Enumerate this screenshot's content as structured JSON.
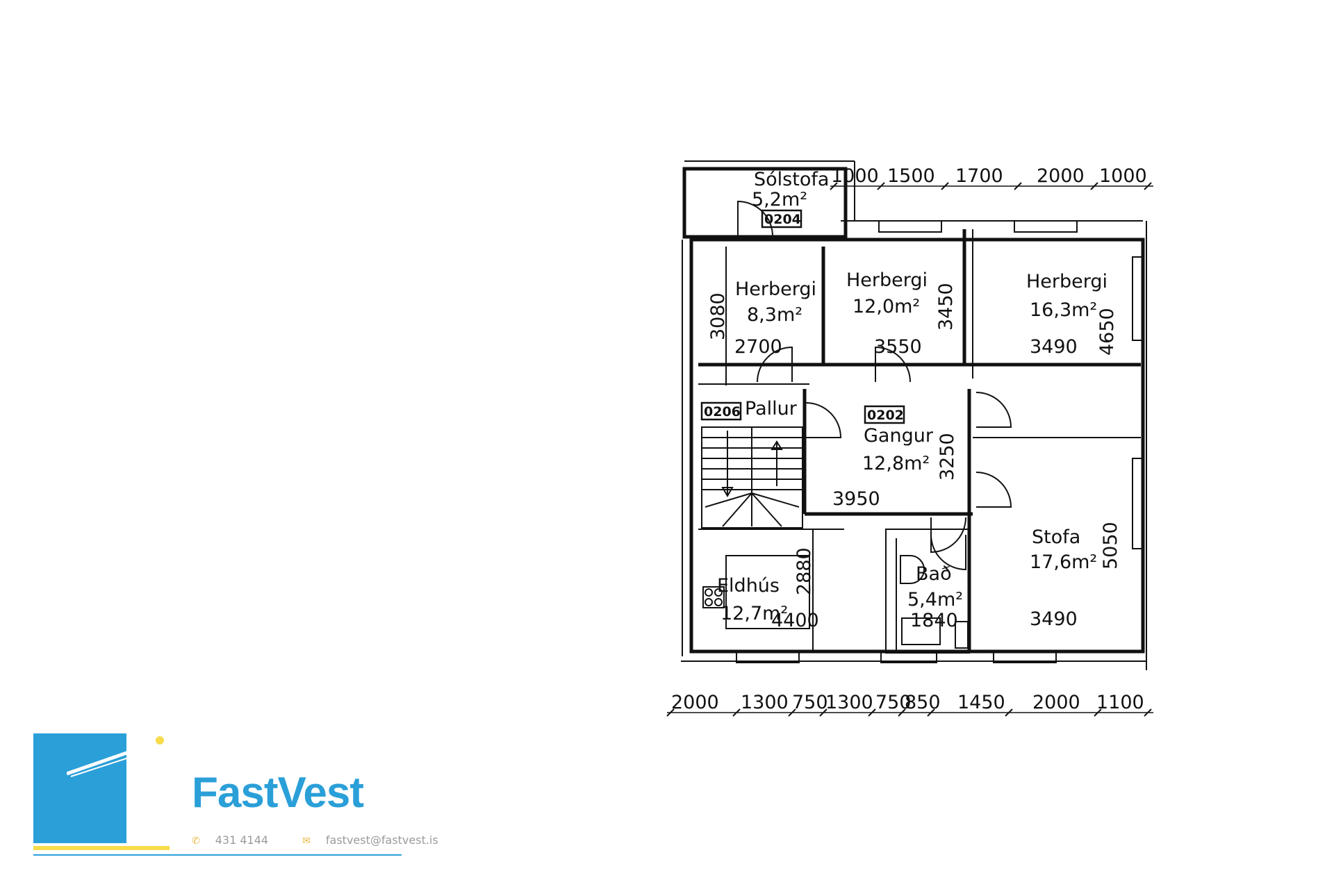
{
  "rooms": {
    "solstofa": {
      "name": "Sólstofa",
      "area": "5,2m²",
      "code": "0204"
    },
    "herbergi1": {
      "name": "Herbergi",
      "area": "8,3m²"
    },
    "herbergi2": {
      "name": "Herbergi",
      "area": "12,0m²"
    },
    "herbergi3": {
      "name": "Herbergi",
      "area": "16,3m²"
    },
    "pallur": {
      "name": "Pallur",
      "code": "0206"
    },
    "gangur": {
      "name": "Gangur",
      "area": "12,8m²",
      "code": "0202"
    },
    "stofa": {
      "name": "Stofa",
      "area": "17,6m²"
    },
    "eldhus": {
      "name": "Eldhús",
      "area": "12,7m²"
    },
    "bad": {
      "name": "Bað",
      "area": "5,4m²"
    }
  },
  "dimensions": {
    "top": [
      "1000",
      "1500",
      "1700",
      "2000",
      "1000"
    ],
    "bottom": [
      "2000",
      "1300",
      "750",
      "1300",
      "750",
      "850",
      "1450",
      "2000",
      "1100"
    ],
    "inner": {
      "h1_height": "3080",
      "h1_width": "2700",
      "h2_height": "3450",
      "h2_width": "3550",
      "h3_height": "4650",
      "h3_width": "3490",
      "gangur_height": "3250",
      "gangur_width": "3950",
      "stofa_height": "5050",
      "stofa_width": "3490",
      "eldhus_height": "2880",
      "eldhus_width": "4400",
      "bad_width": "1840"
    }
  },
  "logo": {
    "brand": "FastVest",
    "phone": "431 4144",
    "email": "fastvest@fastvest.is",
    "colors": {
      "blue": "#2a9fd8",
      "yellow": "#f7dc4b"
    }
  }
}
